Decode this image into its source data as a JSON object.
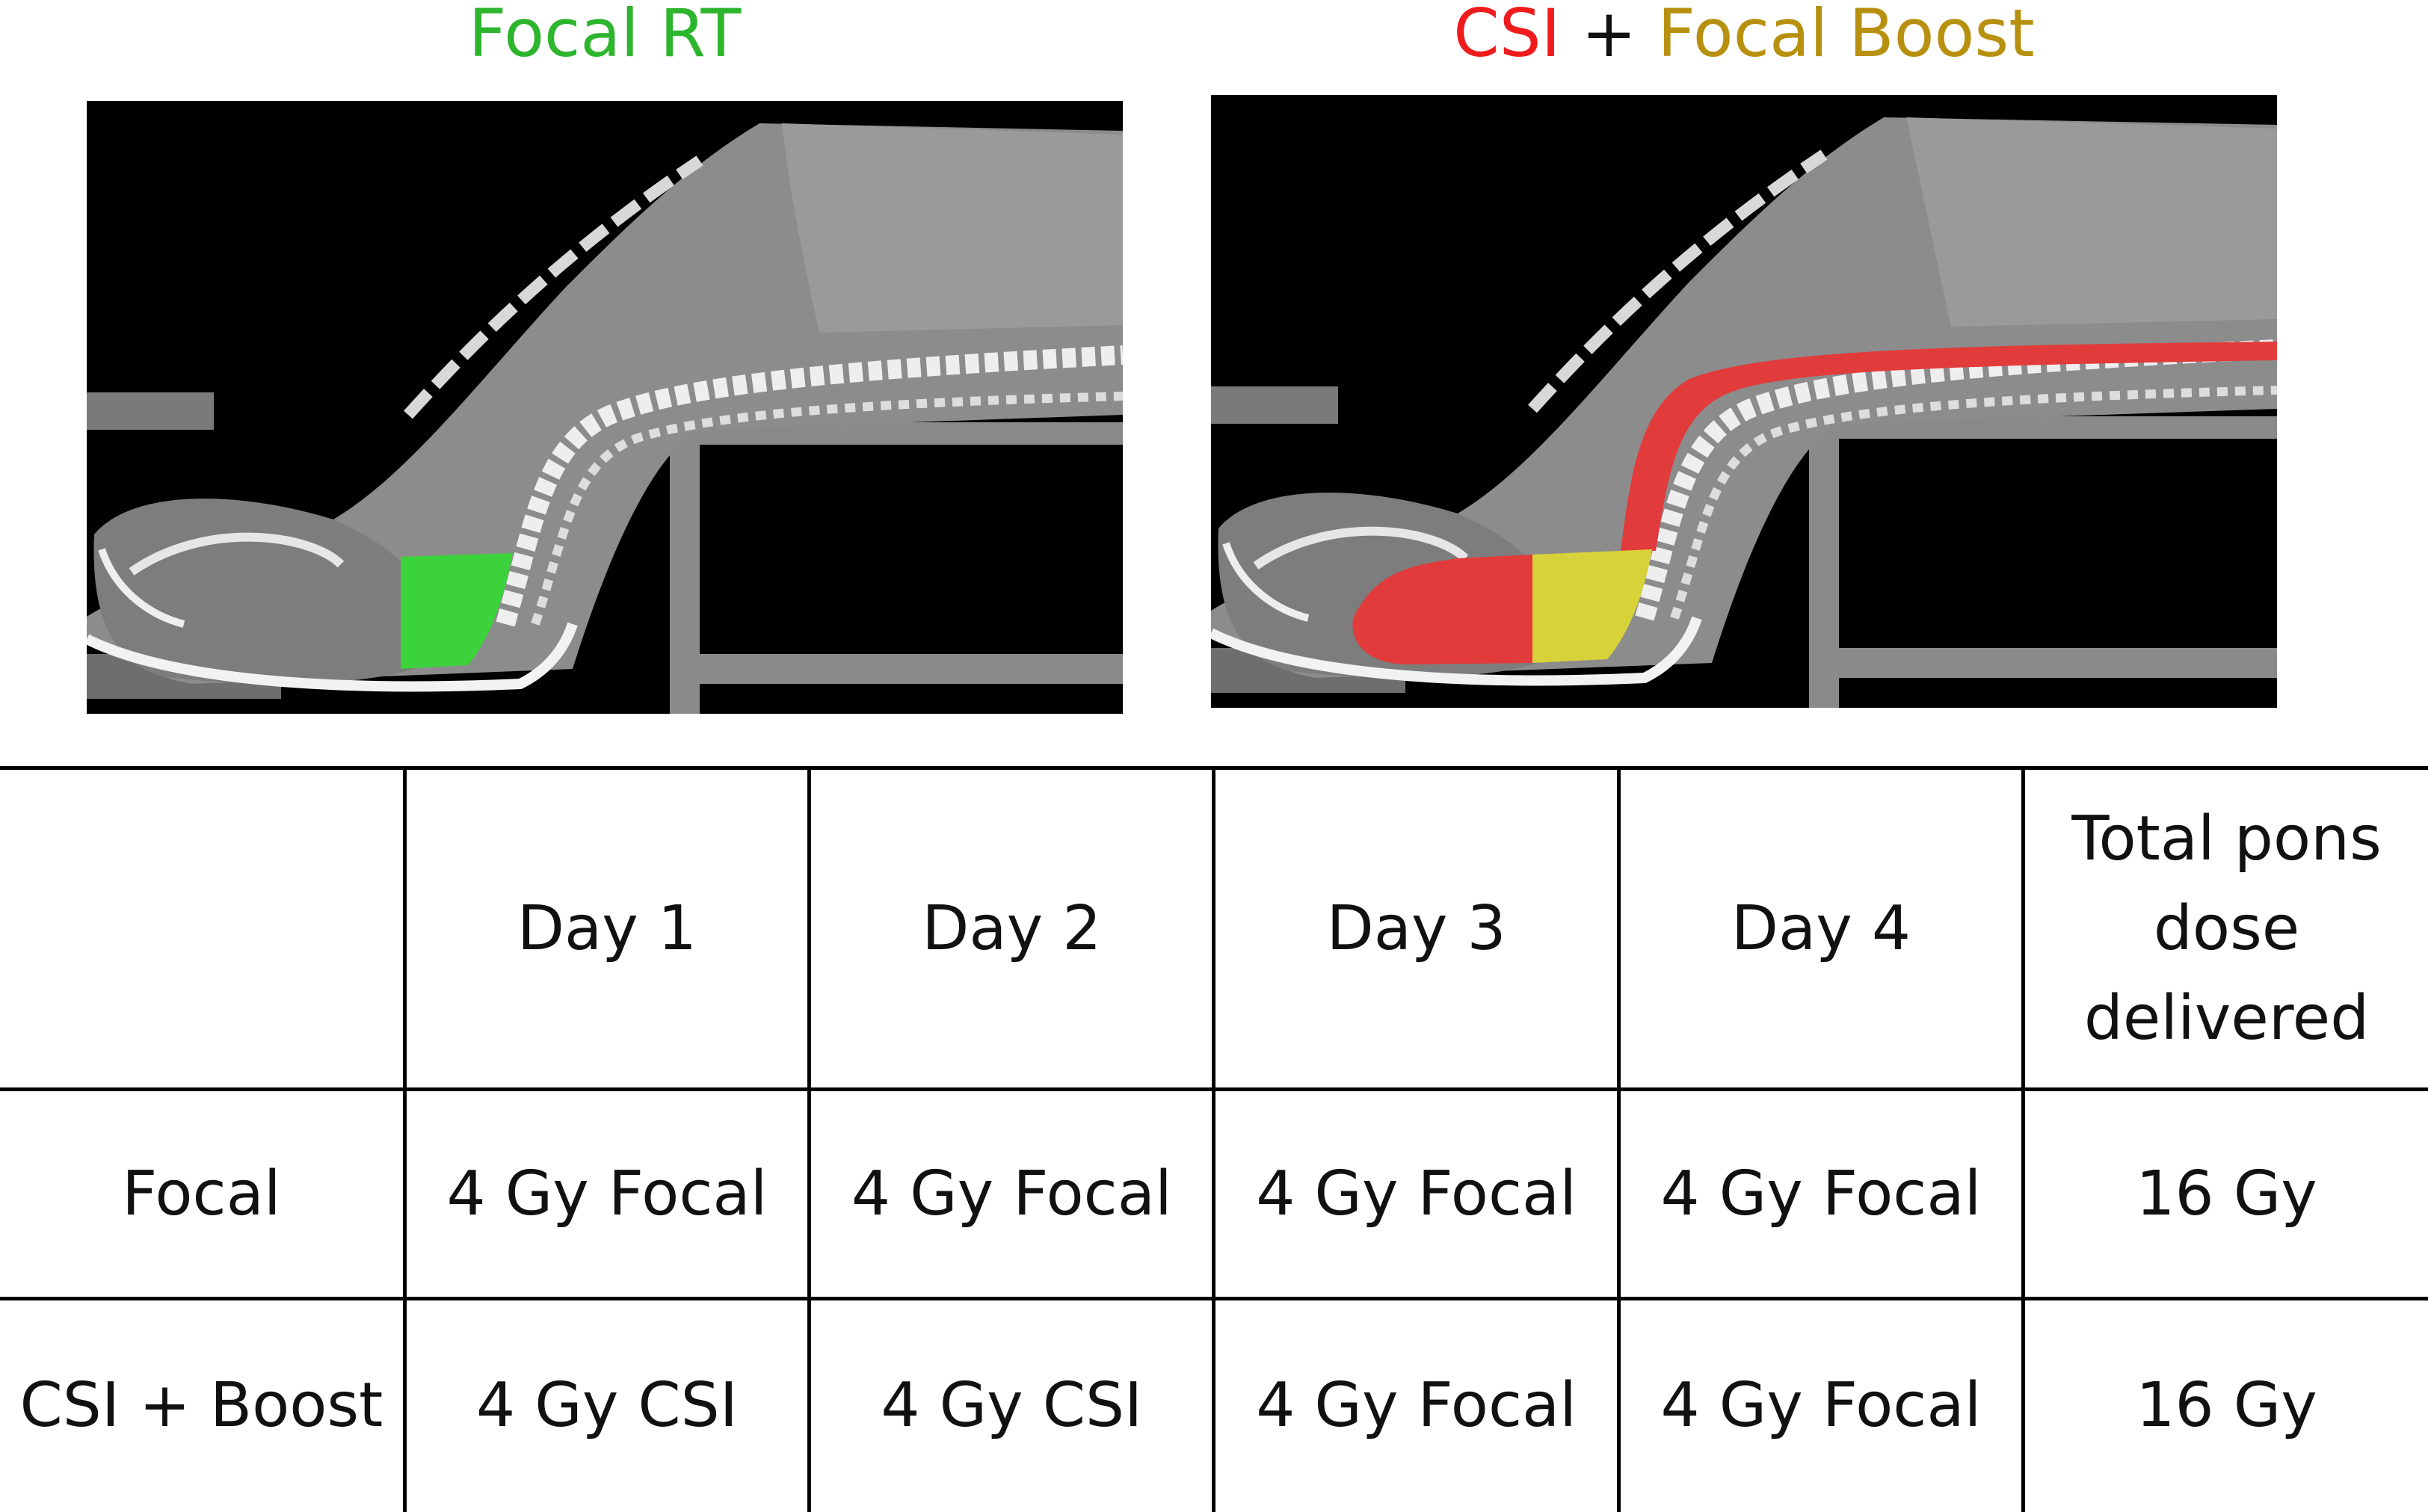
{
  "panels": {
    "left": {
      "title_parts": [
        {
          "text": "Focal RT",
          "color": "#2db52d"
        }
      ],
      "overlay_regions": [
        {
          "region": "pons",
          "color": "#3cd23c"
        }
      ]
    },
    "right": {
      "title_parts": [
        {
          "text": "CSI",
          "color": "#ee1c1c"
        },
        {
          "text": " + ",
          "color": "#111111"
        },
        {
          "text": "Focal Boost",
          "color": "#b8900f"
        }
      ],
      "overlay_regions": [
        {
          "region": "craniospinal",
          "color": "#e23b3b"
        },
        {
          "region": "pons",
          "color": "#d8d23a"
        }
      ]
    }
  },
  "table": {
    "headers": [
      "",
      "Day 1",
      "Day 2",
      "Day 3",
      "Day 4",
      "Total pons dose delivered"
    ],
    "rows": [
      {
        "label": "Focal",
        "cells": [
          "4 Gy Focal",
          "4 Gy Focal",
          "4 Gy Focal",
          "4 Gy Focal",
          "16 Gy"
        ]
      },
      {
        "label": "CSI + Boost",
        "cells": [
          "4 Gy CSI",
          "4 Gy CSI",
          "4 Gy Focal",
          "4 Gy Focal",
          "16 Gy"
        ]
      }
    ]
  }
}
